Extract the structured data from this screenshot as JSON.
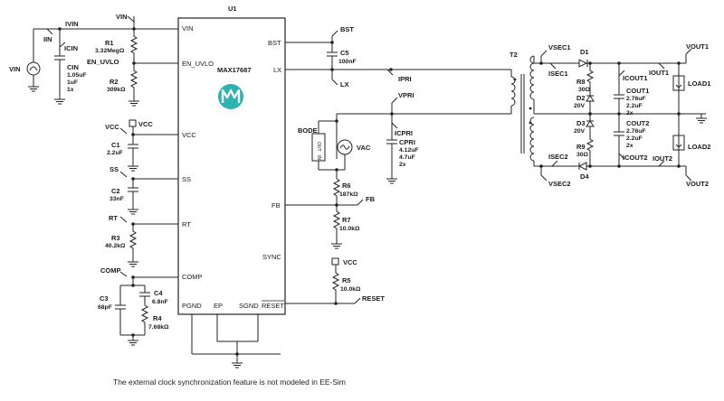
{
  "ic": {
    "ref": "U1",
    "part": "MAX17687",
    "pins": {
      "vin": "VIN",
      "en_uvlo": "EN_UVLO",
      "vcc": "VCC",
      "ss": "SS",
      "rt": "RT",
      "comp": "COMP",
      "pgnd": "PGND",
      "ep": "EP",
      "sgnd": "SGND",
      "bst": "BST",
      "lx": "LX",
      "fb": "FB",
      "sync": "SYNC",
      "reset": "RESET"
    }
  },
  "labels": {
    "vin_top": "VIN",
    "vin_src": "VIN",
    "ivin": "IVIN",
    "iin": "IIN",
    "icin": "ICIN",
    "en_uvlo": "EN_UVLO",
    "vcc_left": "VCC",
    "vcc_flag": "VCC",
    "ss": "SS",
    "rt": "RT",
    "comp": "COMP",
    "bst": "BST",
    "lx": "LX",
    "ipri": "IPRI",
    "bode": "BODE",
    "vac": "VAC",
    "vpri": "VPRI",
    "icpri": "ICPRI",
    "fb": "FB",
    "vcc_r5": "VCC",
    "reset": "RESET",
    "t2": "T2",
    "vsec1": "VSEC1",
    "isec1": "ISEC1",
    "vsec2": "VSEC2",
    "isec2": "ISEC2",
    "d1": "D1",
    "d2": "D2",
    "d3": "D3",
    "d4": "D4",
    "icout1": "ICOUT1",
    "icout2": "ICOUT2",
    "iout1": "IOUT1",
    "iout2": "IOUT2",
    "vout1": "VOUT1",
    "vout2": "VOUT2",
    "load1": "LOAD1",
    "load2": "LOAD2",
    "bode_in": "IN",
    "bode_out": "OUT"
  },
  "components": {
    "r1": {
      "ref": "R1",
      "values": [
        "3.32MegΩ"
      ]
    },
    "r2": {
      "ref": "R2",
      "values": [
        "309kΩ"
      ]
    },
    "cin": {
      "ref": "CIN",
      "values": [
        "1.05uF",
        "1uF",
        "1x"
      ]
    },
    "c1": {
      "ref": "C1",
      "values": [
        "2.2uF"
      ]
    },
    "c2": {
      "ref": "C2",
      "values": [
        "33nF"
      ]
    },
    "r3": {
      "ref": "R3",
      "values": [
        "40.2kΩ"
      ]
    },
    "c3": {
      "ref": "C3",
      "values": [
        "68pF"
      ]
    },
    "c4": {
      "ref": "C4",
      "values": [
        "6.8nF"
      ]
    },
    "r4": {
      "ref": "R4",
      "values": [
        "7.68kΩ"
      ]
    },
    "c5": {
      "ref": "C5",
      "values": [
        "100nF"
      ]
    },
    "cpri": {
      "ref": "CPRI",
      "values": [
        "4.12uF",
        "4.7uF",
        "2x"
      ]
    },
    "r6": {
      "ref": "R6",
      "values": [
        "187kΩ"
      ]
    },
    "r7": {
      "ref": "R7",
      "values": [
        "10.0kΩ"
      ]
    },
    "r5": {
      "ref": "R5",
      "values": [
        "10.0kΩ"
      ]
    },
    "r8": {
      "ref": "R8",
      "values": [
        "30Ω"
      ]
    },
    "r9": {
      "ref": "R9",
      "values": [
        "30Ω"
      ]
    },
    "d2v": {
      "values": [
        "20V"
      ]
    },
    "d3v": {
      "values": [
        "20V"
      ]
    },
    "cout1": {
      "ref": "COUT1",
      "values": [
        "2.76uF",
        "2.2uF",
        "2x"
      ]
    },
    "cout2": {
      "ref": "COUT2",
      "values": [
        "2.76uF",
        "2.2uF",
        "2x"
      ]
    }
  },
  "colors": {
    "logo": "#2bb3b1"
  },
  "footnote": "The external clock synchronization feature is not modeled in EE-Sim"
}
